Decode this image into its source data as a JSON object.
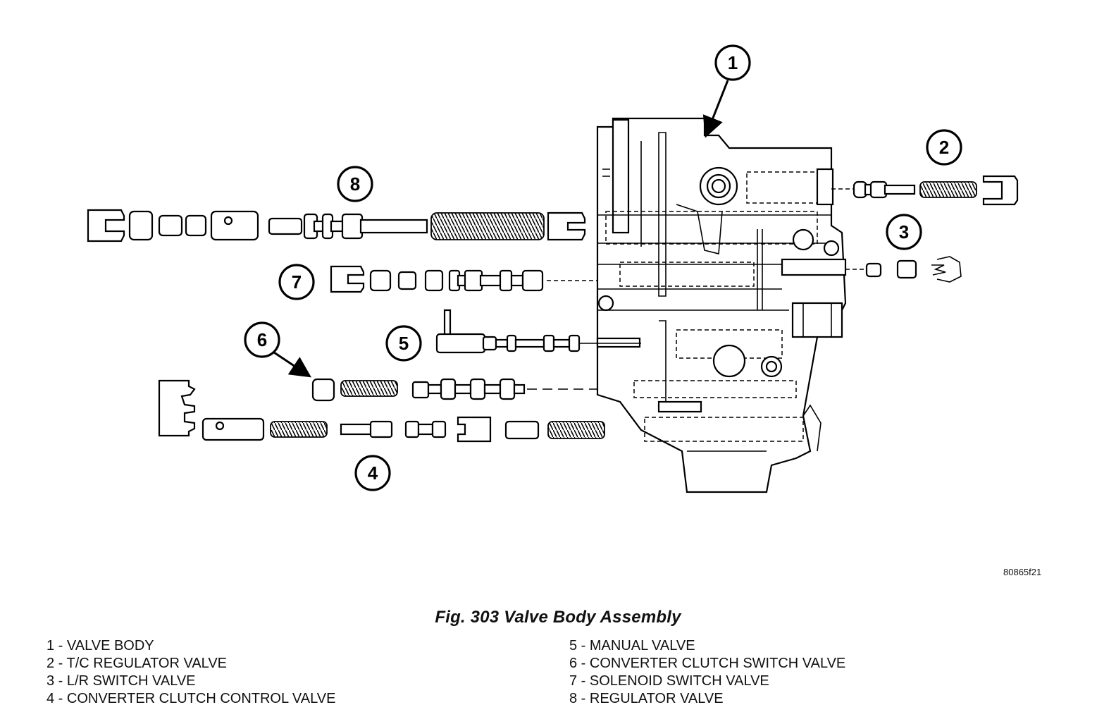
{
  "figure": {
    "code": "80865f21",
    "caption": "Fig. 303 Valve Body Assembly"
  },
  "callouts": [
    "1",
    "2",
    "3",
    "4",
    "5",
    "6",
    "7",
    "8"
  ],
  "legend": {
    "left": [
      "1 - VALVE BODY",
      "2 - T/C REGULATOR VALVE",
      "3 - L/R SWITCH VALVE",
      "4 - CONVERTER CLUTCH CONTROL VALVE"
    ],
    "right": [
      "5 - MANUAL VALVE",
      "6 - CONVERTER CLUTCH SWITCH VALVE",
      "7 - SOLENOID SWITCH VALVE",
      "8 - REGULATOR VALVE"
    ]
  }
}
